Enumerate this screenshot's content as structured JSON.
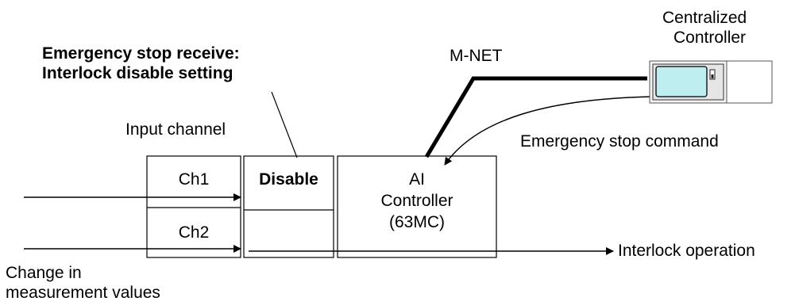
{
  "labels": {
    "setting_title_line1": "Emergency stop receive:",
    "setting_title_line2": "Interlock disable setting",
    "input_channel": "Input channel",
    "ch1": "Ch1",
    "ch2": "Ch2",
    "disable": "Disable",
    "ai_controller_line1": "AI",
    "ai_controller_line2": "Controller",
    "ai_controller_line3": "(63MC)",
    "mnet": "M-NET",
    "centralized_line1": "Centralized",
    "centralized_line2": "Controller",
    "emergency_stop_command": "Emergency stop command",
    "interlock_operation": "Interlock operation",
    "change_in_line1": "Change in",
    "change_in_line2": "measurement values"
  },
  "colors": {
    "line": "#000000",
    "screen": "#bfeef0",
    "device_body": "#f2f2f2"
  },
  "icons": {
    "centralized_controller": "centralized-controller-device-icon"
  }
}
